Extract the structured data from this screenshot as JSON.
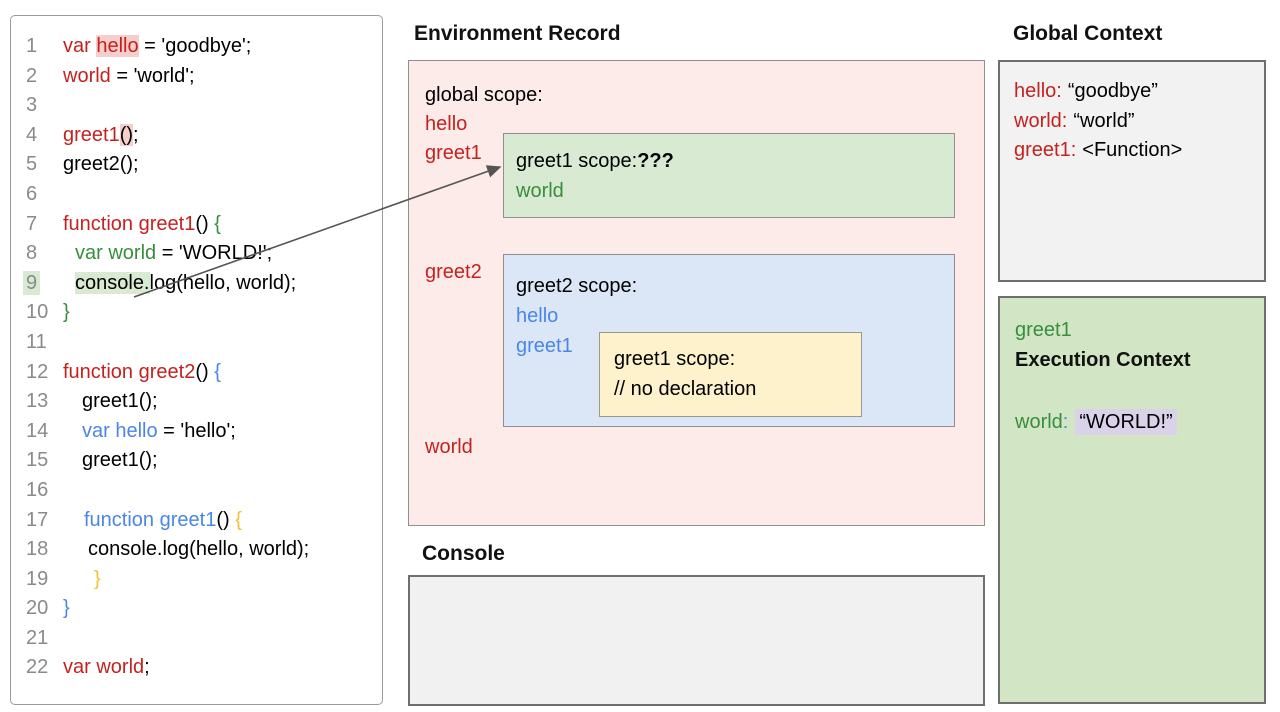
{
  "palette": {
    "code_red": "#c5221f",
    "code_green": "#388e3c",
    "code_blue": "#4a86e8",
    "code_yellow": "#f1c232",
    "line_number_gray": "#8a8a8a",
    "global_scope_box_bg": "#fcebe9",
    "greet1_scope_box_bg": "#d9ead3",
    "greet2_scope_box_bg": "#dbe7f6",
    "inner_greet1_box_bg": "#fdf2cc",
    "gray_panel_bg": "#f2f2f2",
    "execution_context_bg": "#d2e6c5",
    "highlight_pink": "#f6cecb",
    "highlight_green": "#d9ead3",
    "highlight_lavender": "#d9d2e9"
  },
  "code_panel": {
    "lines": [
      {
        "n": "1",
        "indent": 0,
        "segs": [
          {
            "t": "var ",
            "c": "red"
          },
          {
            "t": "hello",
            "c": "red",
            "hl": "pink"
          },
          {
            "t": " = 'goodbye';",
            "c": "black"
          }
        ]
      },
      {
        "n": "2",
        "indent": 0,
        "segs": [
          {
            "t": "world",
            "c": "red"
          },
          {
            "t": " = 'world';",
            "c": "black"
          }
        ]
      },
      {
        "n": "3",
        "indent": 0,
        "segs": []
      },
      {
        "n": "4",
        "indent": 0,
        "segs": [
          {
            "t": "greet1",
            "c": "red"
          },
          {
            "t": "()",
            "c": "black",
            "hl": "pink"
          },
          {
            "t": ";",
            "c": "black"
          }
        ]
      },
      {
        "n": "5",
        "indent": 0,
        "segs": [
          {
            "t": "greet2();",
            "c": "black"
          }
        ]
      },
      {
        "n": "6",
        "indent": 0,
        "segs": []
      },
      {
        "n": "7",
        "indent": 0,
        "segs": [
          {
            "t": "function greet1",
            "c": "red"
          },
          {
            "t": "() ",
            "c": "black"
          },
          {
            "t": "{",
            "c": "green"
          }
        ]
      },
      {
        "n": "8",
        "indent": 12,
        "segs": [
          {
            "t": "var world",
            "c": "green"
          },
          {
            "t": " = 'WORLD!';",
            "c": "black"
          }
        ]
      },
      {
        "n": "9",
        "indent": 12,
        "num_hl": "green",
        "segs": [
          {
            "t": "console.",
            "c": "black",
            "hl": "green"
          },
          {
            "t": "log(hello, world);",
            "c": "black"
          }
        ]
      },
      {
        "n": "10",
        "indent": 0,
        "segs": [
          {
            "t": "}",
            "c": "green"
          }
        ]
      },
      {
        "n": "11",
        "indent": 0,
        "segs": []
      },
      {
        "n": "12",
        "indent": 0,
        "segs": [
          {
            "t": "function greet2",
            "c": "red"
          },
          {
            "t": "() ",
            "c": "black"
          },
          {
            "t": "{",
            "c": "blue"
          }
        ]
      },
      {
        "n": "13",
        "indent": 19,
        "segs": [
          {
            "t": "greet1();",
            "c": "black"
          }
        ]
      },
      {
        "n": "14",
        "indent": 19,
        "segs": [
          {
            "t": "var hello",
            "c": "blue"
          },
          {
            "t": " = 'hello';",
            "c": "black"
          }
        ]
      },
      {
        "n": "15",
        "indent": 19,
        "segs": [
          {
            "t": "greet1();",
            "c": "black"
          }
        ]
      },
      {
        "n": "16",
        "indent": 0,
        "segs": []
      },
      {
        "n": "17",
        "indent": 21,
        "segs": [
          {
            "t": "function greet1",
            "c": "blue"
          },
          {
            "t": "() ",
            "c": "black"
          },
          {
            "t": "{",
            "c": "yellow"
          }
        ]
      },
      {
        "n": "18",
        "indent": 25,
        "segs": [
          {
            "t": "console.log(hello, world);",
            "c": "black"
          }
        ]
      },
      {
        "n": "19",
        "indent": 31,
        "segs": [
          {
            "t": "}",
            "c": "yellow"
          }
        ]
      },
      {
        "n": "20",
        "indent": 0,
        "segs": [
          {
            "t": "}",
            "c": "blue"
          }
        ]
      },
      {
        "n": "21",
        "indent": 0,
        "segs": []
      },
      {
        "n": "22",
        "indent": 0,
        "segs": [
          {
            "t": "var world",
            "c": "red"
          },
          {
            "t": ";",
            "c": "black"
          }
        ]
      }
    ]
  },
  "environment_record": {
    "title": "Environment Record",
    "global_scope_label": "global scope:",
    "global_entries": {
      "hello": "hello",
      "greet1": "greet1",
      "greet2": "greet2",
      "world": "world"
    },
    "greet1_box": {
      "title": "greet1 scope:",
      "question": "???",
      "entry_world": "world"
    },
    "greet2_box": {
      "title": "greet2 scope:",
      "entry_hello": "hello",
      "entry_greet1": "greet1"
    },
    "inner_greet1_box": {
      "title": "greet1 scope:",
      "comment": "// no declaration"
    }
  },
  "console_panel": {
    "title": "Console"
  },
  "global_context": {
    "title": "Global Context",
    "rows": [
      {
        "key": "hello:",
        "value": "“goodbye”"
      },
      {
        "key": "world:",
        "value": "“world”"
      },
      {
        "key": "greet1:",
        "value": "<Function>"
      }
    ]
  },
  "execution_context": {
    "fn_name": "greet1",
    "label": "Execution Context",
    "var_name": "world",
    "colon": ":",
    "var_value": "“WORLD!”"
  }
}
